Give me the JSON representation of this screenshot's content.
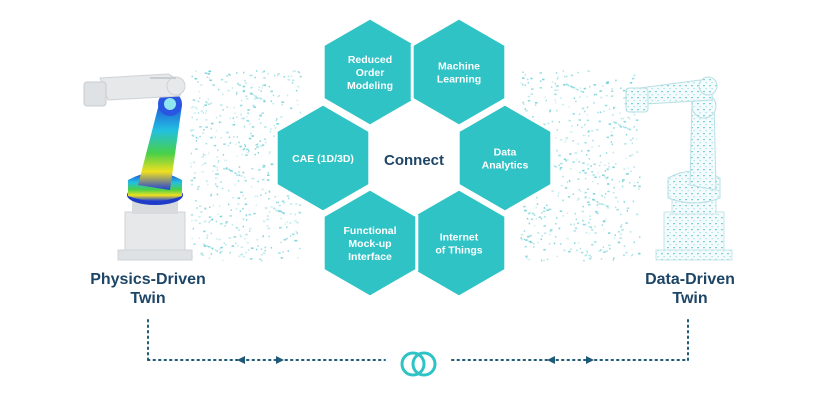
{
  "colors": {
    "hex_fill": "#2fc3c6",
    "hex_text": "#ffffff",
    "center_text": "#1d4566",
    "label_text": "#1d4566",
    "dotted_line": "#1e5a78",
    "data_stream": "#5cc8d0",
    "robot_body": "#e6e8ea"
  },
  "diagram": {
    "center_label": "Connect",
    "hexagons": [
      {
        "id": "reduced-order-modeling",
        "lines": [
          "Reduced",
          "Order",
          "Modeling"
        ]
      },
      {
        "id": "machine-learning",
        "lines": [
          "Machine",
          "Learning"
        ]
      },
      {
        "id": "data-analytics",
        "lines": [
          "Data",
          "Analytics"
        ]
      },
      {
        "id": "internet-of-things",
        "lines": [
          "Internet",
          "of Things"
        ]
      },
      {
        "id": "functional-mockup-interface",
        "lines": [
          "Functional",
          "Mock-up",
          "Interface"
        ]
      },
      {
        "id": "cae",
        "lines": [
          "CAE (1D/3D)"
        ]
      }
    ],
    "left_twin": {
      "line1": "Physics-Driven",
      "line2": "Twin",
      "icon": "robot-arm-fea-simulation"
    },
    "right_twin": {
      "line1": "Data-Driven",
      "line2": "Twin",
      "icon": "robot-arm-data-pattern"
    },
    "link_icon": "interlocking-rings-icon",
    "connector": "dotted-bidirectional-arrows"
  }
}
